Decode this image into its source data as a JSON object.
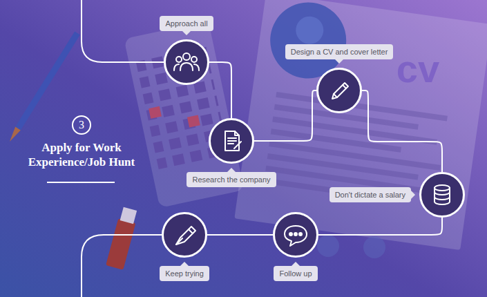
{
  "diagram": {
    "title": "Apply for Work Experience/Job Hunt",
    "nodes": [
      {
        "text": [
          "Approach all"
        ]
      },
      {
        "text": [
          "Research the company"
        ]
      },
      {
        "text": [
          "Design a CV and cover letter"
        ]
      },
      {
        "text": [
          "Don't dictate a salary"
        ]
      },
      {
        "text": [
          "Follow up"
        ]
      },
      {
        "text": [
          "Keep trying"
        ]
      }
    ],
    "edges": [
      {
        "from": 0,
        "to": 1,
        "arrow": "none"
      },
      {
        "from": 1,
        "to": 2,
        "arrow": "none"
      },
      {
        "from": 2,
        "to": 3,
        "arrow": "none"
      },
      {
        "from": 3,
        "to": 4,
        "arrow": "none"
      },
      {
        "from": 4,
        "to": 5,
        "arrow": "none"
      }
    ],
    "labels": [
      "3",
      "cv"
    ]
  }
}
